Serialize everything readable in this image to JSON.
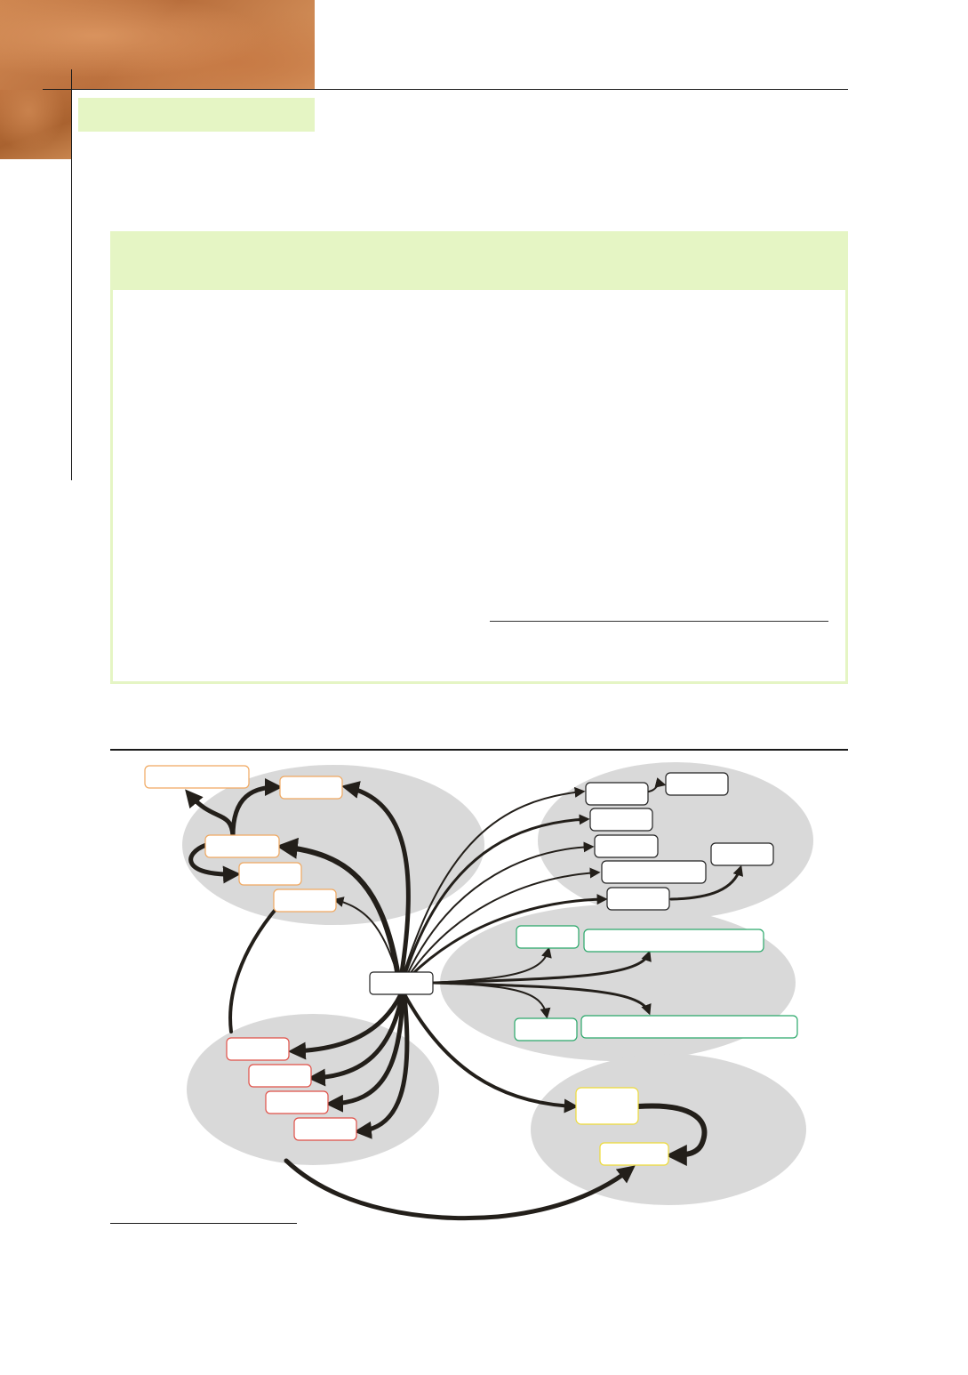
{
  "page": {
    "section_tab_label": "",
    "box_title": "",
    "figure_caption": "",
    "footnote": ""
  },
  "diagram": {
    "colors": {
      "cluster_fill": "#d9d9d9",
      "arrow": "#231f1a",
      "orange": "#f0a860",
      "red": "#e05048",
      "green": "#2aa86a",
      "yellow": "#eedb38",
      "black": "#222222"
    },
    "nodes": [
      {
        "name": "hub-node",
        "label": "",
        "color": "black"
      },
      {
        "name": "orange-node-1",
        "label": "",
        "color": "orange"
      },
      {
        "name": "orange-node-2",
        "label": "",
        "color": "orange"
      },
      {
        "name": "orange-node-3",
        "label": "",
        "color": "orange"
      },
      {
        "name": "orange-node-4",
        "label": "",
        "color": "orange"
      },
      {
        "name": "orange-node-5",
        "label": "",
        "color": "orange"
      },
      {
        "name": "orange-node-6",
        "label": "",
        "color": "orange"
      },
      {
        "name": "black-node-1",
        "label": "",
        "color": "black"
      },
      {
        "name": "black-node-2",
        "label": "",
        "color": "black"
      },
      {
        "name": "black-node-3",
        "label": "",
        "color": "black"
      },
      {
        "name": "black-node-4",
        "label": "",
        "color": "black"
      },
      {
        "name": "black-node-5",
        "label": "",
        "color": "black"
      },
      {
        "name": "black-node-6",
        "label": "",
        "color": "black"
      },
      {
        "name": "black-node-7",
        "label": "",
        "color": "black"
      },
      {
        "name": "green-node-1",
        "label": "",
        "color": "green"
      },
      {
        "name": "green-node-2",
        "label": "",
        "color": "green"
      },
      {
        "name": "green-node-3",
        "label": "",
        "color": "green"
      },
      {
        "name": "green-node-4",
        "label": "",
        "color": "green"
      },
      {
        "name": "red-node-1",
        "label": "",
        "color": "red"
      },
      {
        "name": "red-node-2",
        "label": "",
        "color": "red"
      },
      {
        "name": "red-node-3",
        "label": "",
        "color": "red"
      },
      {
        "name": "red-node-4",
        "label": "",
        "color": "red"
      },
      {
        "name": "yellow-node-1",
        "label": "",
        "color": "yellow"
      },
      {
        "name": "yellow-node-2",
        "label": "",
        "color": "yellow"
      }
    ]
  }
}
